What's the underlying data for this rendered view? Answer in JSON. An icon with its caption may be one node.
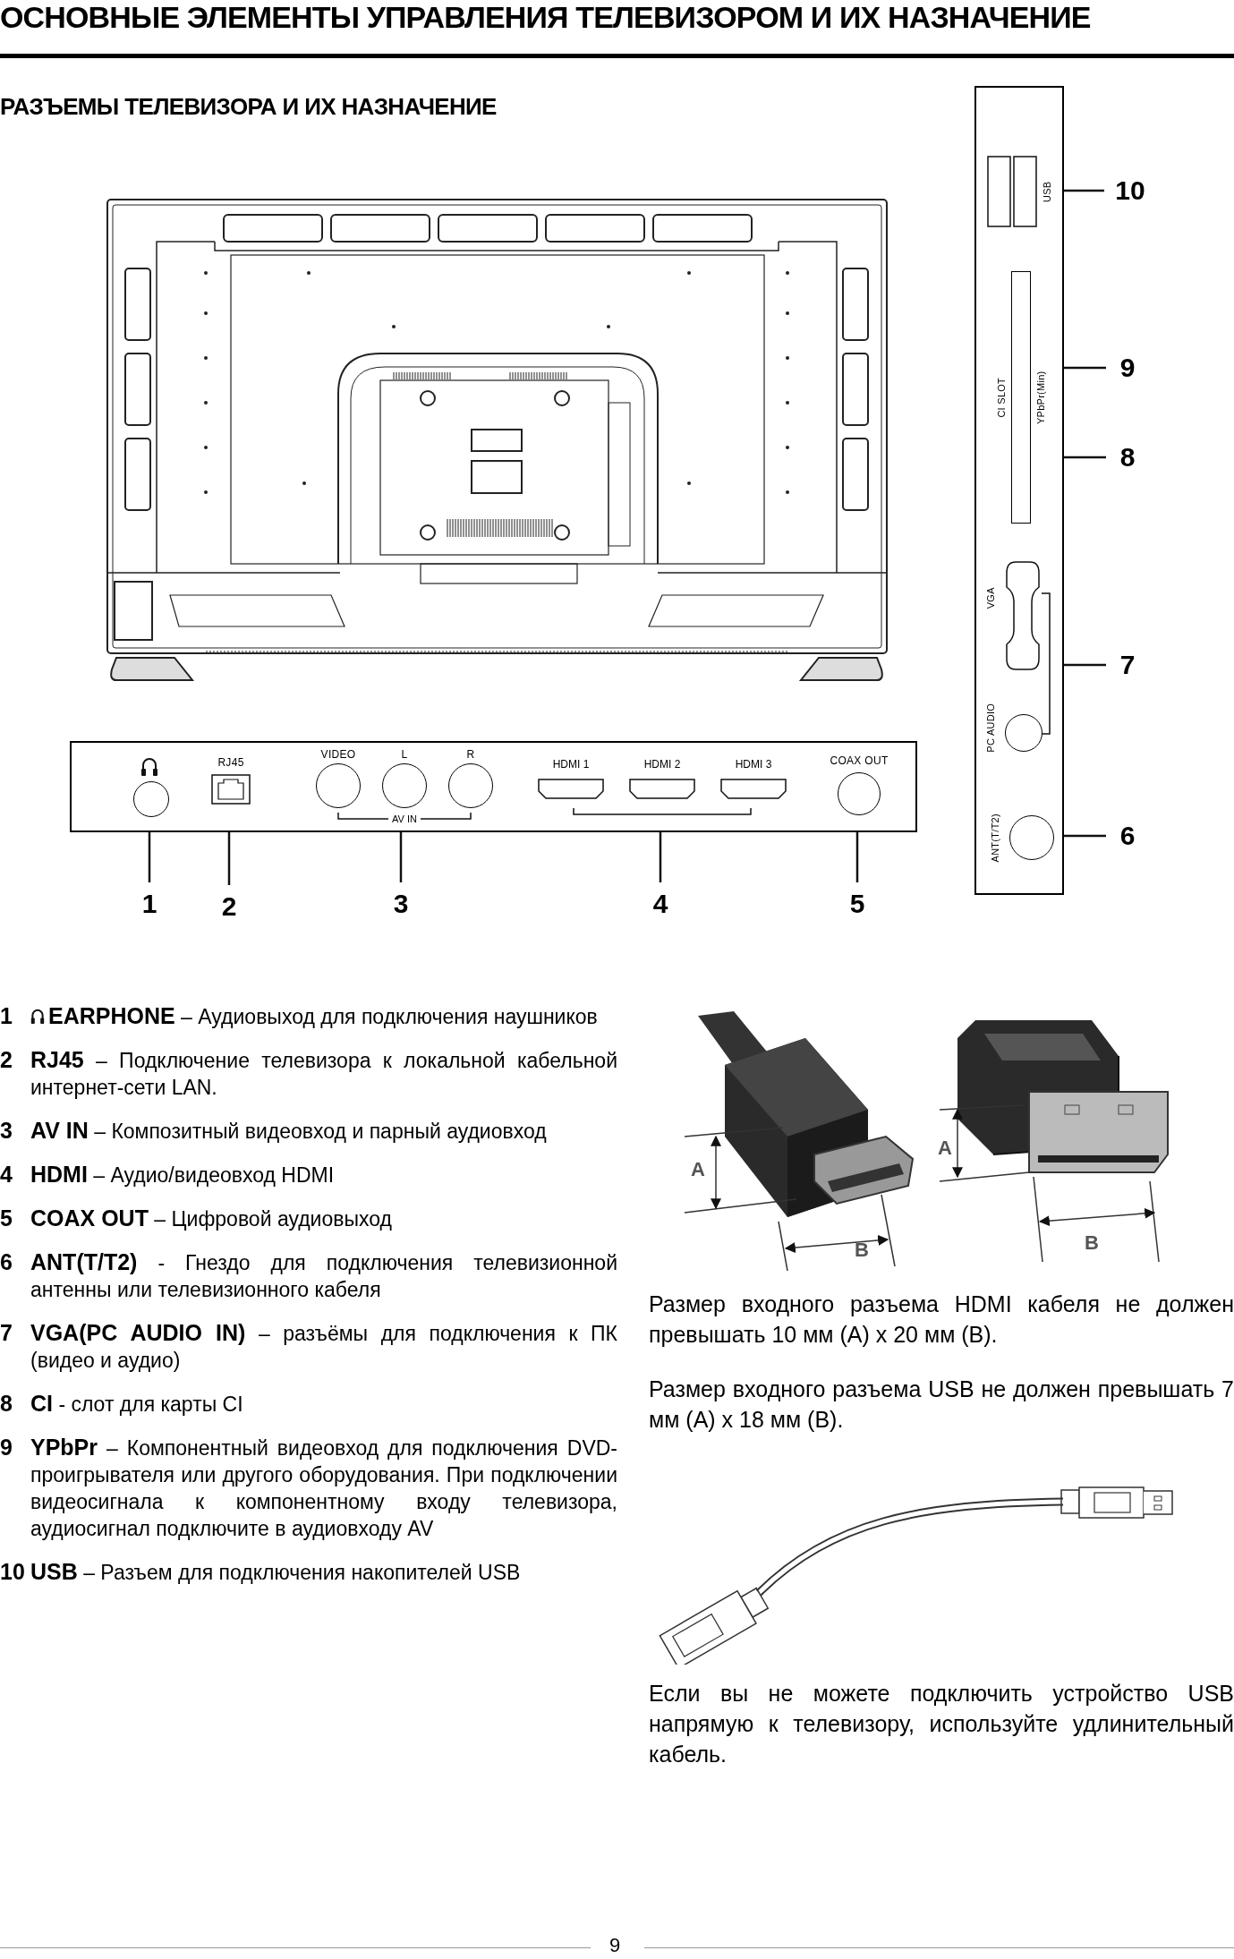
{
  "diagram": {
    "title": "ОСНОВНЫЕ ЭЛЕМЕНТЫ УПРАВЛЕНИЯ ТЕЛЕВИЗОРОМ И ИХ НАЗНАЧЕНИЕ",
    "nodes": [
      {
        "text": [],
        "shape": "box"
      },
      {
        "text": [],
        "shape": "circle",
        "in": 0
      },
      {
        "text": [
          "RJ45"
        ],
        "in": 0
      },
      {
        "text": [
          "VIDEO",
          "L",
          "R",
          "AV IN"
        ],
        "in": 0
      },
      {
        "text": [
          "HDMI 1",
          "HDMI 2",
          "HDMI 3"
        ],
        "in": 0
      },
      {
        "text": [
          "COAX OUT"
        ],
        "in": 0
      },
      {
        "text": [],
        "shape": "box"
      },
      {
        "text": [
          "USB"
        ],
        "in": 6
      },
      {
        "text": [
          "CI SLOT",
          "YPbPr(Min)"
        ],
        "in": 6
      },
      {
        "text": [
          "VGA",
          "PC AUDIO"
        ],
        "in": 6
      },
      {
        "text": [
          "ANT(T/T2)"
        ],
        "in": 6
      },
      {
        "text": [
          "1"
        ]
      },
      {
        "text": [
          "2"
        ]
      },
      {
        "text": [
          "3"
        ]
      },
      {
        "text": [
          "4"
        ]
      },
      {
        "text": [
          "5"
        ]
      },
      {
        "text": [
          "10"
        ]
      },
      {
        "text": [
          "9"
        ]
      },
      {
        "text": [
          "8"
        ]
      },
      {
        "text": [
          "7"
        ]
      },
      {
        "text": [
          "6"
        ]
      }
    ],
    "edges": [
      {
        "from": 11,
        "to": 1,
        "arrow": "none"
      },
      {
        "from": 12,
        "to": 2,
        "arrow": "none"
      },
      {
        "from": 13,
        "to": 3,
        "arrow": "none"
      },
      {
        "from": 14,
        "to": 4,
        "arrow": "none"
      },
      {
        "from": 15,
        "to": 5,
        "arrow": "none"
      },
      {
        "from": 16,
        "to": 7,
        "arrow": "none"
      },
      {
        "from": 17,
        "to": 8,
        "arrow": "none"
      },
      {
        "from": 18,
        "to": 8,
        "arrow": "none"
      },
      {
        "from": 19,
        "to": 9,
        "arrow": "none"
      },
      {
        "from": 20,
        "to": 10,
        "arrow": "none"
      }
    ],
    "labels": [
      "РАЗЪЕМЫ ТЕЛЕВИЗОРА И ИХ НАЗНАЧЕНИЕ",
      "1",
      "**EARPHONE** – Аудиовыход для подключения наушников",
      "2",
      "**RJ45** – Подключение телевизора к локальной кабельной интернет-сети LAN.",
      "3",
      "**AV IN** – Композитный видеовход и парный аудиовход",
      "4",
      "**HDMI** – Аудио/видеовход HDMI",
      "5",
      "**COAX OUT** – Цифровой аудиовыход",
      "6",
      "**ANT(T/T2)** - Гнездо для подключения телевизионной антенны или телевизионного кабеля",
      "7",
      "**VGA(PC AUDIO IN)** – разъёмы для подключения к ПК (видео и аудио)",
      "8",
      "**CI** - слот для карты CI",
      "9",
      "**YPbPr** – Компонентный видеовход для подключения DVD-проигрывателя или другого оборудования. При подключении видеосигнала к компонентному входу телевизора, аудиосигнал подключите в аудиовходу AV",
      "10",
      "**USB** – Разъем для подключения накопителей USB",
      "A",
      "B",
      "A",
      "B",
      "Размер входного разъема HDMI кабеля не должен превышать 10 мм (A) x 20 мм (B).",
      "Размер входного разъема USB не должен превышать 7 мм (A) x 18 мм (B).",
      "Если вы не можете подключить устройство USB напрямую к телевизору, используйте удлинительный кабель.",
      "9"
    ]
  }
}
